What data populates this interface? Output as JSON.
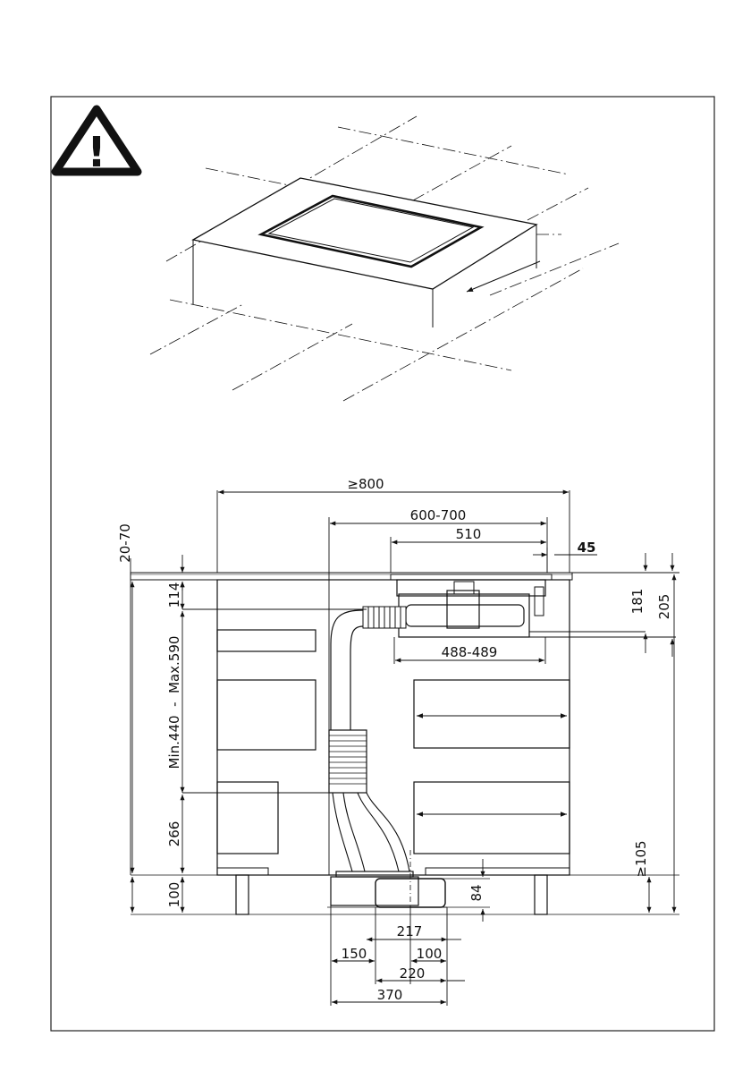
{
  "warning": {
    "symbol": "!"
  },
  "dimensions": {
    "overall_width": "≥800",
    "hob_range": "600-700",
    "unit_width": "510",
    "offset_right": "45",
    "top_gap": "20-70",
    "fan_height": "114",
    "cavity_height": "Min.440  -  Max.590",
    "drawer_height": "266",
    "plinth_height": "100",
    "motor_width": "488-489",
    "depth_181": "181",
    "depth_205": "205",
    "plinth_min": "≥105",
    "duct_height": "84",
    "duct_217": "217",
    "duct_150": "150",
    "duct_100": "100",
    "duct_220": "220",
    "duct_370": "370"
  }
}
